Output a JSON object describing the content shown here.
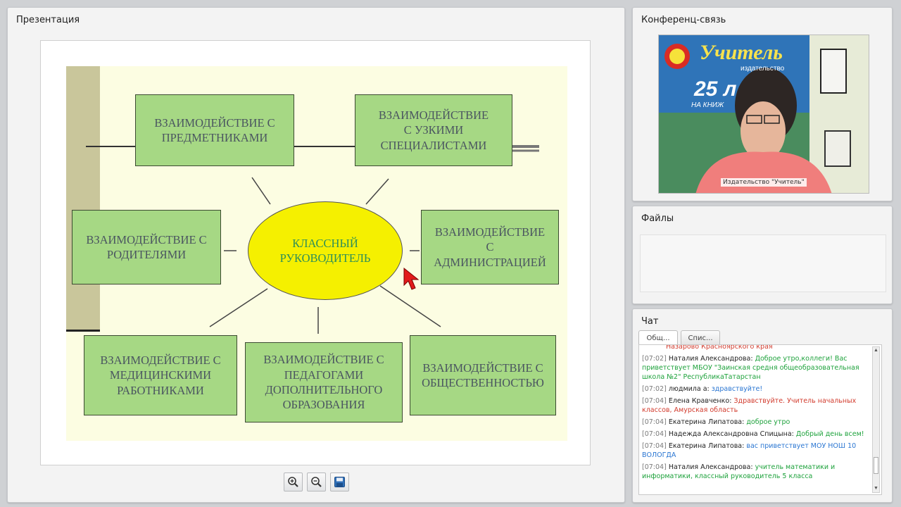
{
  "presentation": {
    "title": "Презентация",
    "center": "КЛАССНЫЙ\nРУКОВОДИТЕЛЬ",
    "boxes": [
      "ВЗАИМОДЕЙСТВИЕ С\nПРЕДМЕТНИКАМИ",
      "ВЗАИМОДЕЙСТВИЕ\nС УЗКИМИ\nСПЕЦИАЛИСТАМИ",
      "ВЗАИМОДЕЙСТВИЕ С\nРОДИТЕЛЯМИ",
      "ВЗАИМОДЕЙСТВИЕ\nС\nАДМИНИСТРАЦИЕЙ",
      "ВЗАИМОДЕЙСТВИЕ С\nМЕДИЦИНСКИМИ\nРАБОТНИКАМИ",
      "ВЗАИМОДЕЙСТВИЕ С\nПЕДАГОГАМИ\nДОПОЛНИТЕЛЬНОГО\nОБРАЗОВАНИЯ",
      "ВЗАИМОДЕЙСТВИЕ С\nОБЩЕСТВЕННОСТЬЮ"
    ],
    "toolbar": {
      "zoom_in_icon": "zoom-in-icon",
      "zoom_out_icon": "zoom-out-icon",
      "save_icon": "save-icon"
    }
  },
  "conference": {
    "title": "Конференц-связь",
    "video_label": "Издательство \"Учитель\"",
    "banner_title": "Учитель",
    "banner_sub": "издательство",
    "banner_25": "25 л",
    "banner_kn": "НА КНИЖ"
  },
  "files": {
    "title": "Файлы"
  },
  "chat": {
    "title": "Чат",
    "tabs": [
      "Общ...",
      "Спис..."
    ],
    "messages": [
      {
        "time": "",
        "author": "",
        "text": "Назарово Красноярского края",
        "color": "r",
        "cont": true
      },
      {
        "time": "[07:02]",
        "author": "Наталия Александрова:",
        "text": "Доброе утро,коллеги! Вас приветствует МБОУ \"Заинская средня общеобразовательная школа №2\" РеспубликаТатарстан",
        "color": "g"
      },
      {
        "time": "[07:02]",
        "author": "людмила а:",
        "text": "здравствуйте!",
        "color": "b"
      },
      {
        "time": "[07:04]",
        "author": "Елена Кравченко:",
        "text": "Здравствуйте. Учитель начальных классов, Амурская область",
        "color": "r"
      },
      {
        "time": "[07:04]",
        "author": "Екатерина Липатова:",
        "text": "доброе утро",
        "color": "g"
      },
      {
        "time": "[07:04]",
        "author": "Надежда Александровна Спицына:",
        "text": "Добрый день всем!",
        "color": "g"
      },
      {
        "time": "[07:04]",
        "author": "Екатерина Липатова:",
        "text": "вас приветствует МОУ НОШ 10 ВОЛОГДА",
        "color": "b"
      },
      {
        "time": "[07:04]",
        "author": "Наталия Александрова:",
        "text": "учитель математики и информатики, классный руководитель 5 класса",
        "color": "g"
      }
    ]
  }
}
